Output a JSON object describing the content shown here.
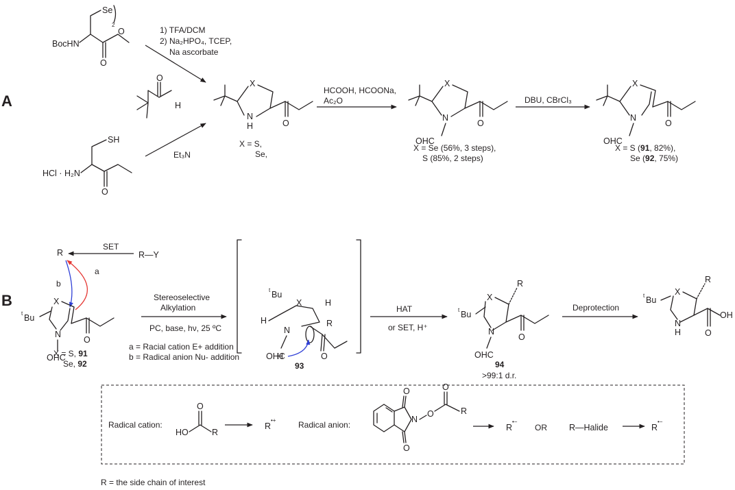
{
  "colors": {
    "ink": "#231f20",
    "blue_arrow": "#2f3fd6",
    "red_arrow": "#e53935"
  },
  "panels": {
    "a": "A",
    "b": "B"
  },
  "sectionA": {
    "se_start_label": "Se",
    "se_start_subscript": "2",
    "boc_label": "BocHN",
    "cond1_line1": "1) TFA/DCM",
    "cond1_line2": "2) Na₂HPO₄, TCEP,",
    "cond1_line3": "Na ascorbate",
    "aldehyde_o": "O",
    "aldehyde_h": "H",
    "cys_sh": "SH",
    "cys_hcl": "HCl · H₂N",
    "cond2": "Et₃N",
    "ring_x": "X",
    "ring_nh": "N",
    "ring_h": "H",
    "x_values_line1": "X =  S,",
    "x_values_line2": "Se,",
    "cond3_line1": "HCOOH, HCOONa,",
    "cond3_line2": "Ac₂O",
    "ohc": "OHC",
    "n": "N",
    "yield1_line1": "X = Se (56%, 3 steps),",
    "yield1_line2": "S (85%, 2 steps)",
    "cond4": "DBU, CBrCl₃",
    "yield2_line1_pre": "X = S   (",
    "yield2_line1_bold": "91",
    "yield2_line1_post": ", 82%),",
    "yield2_line2_pre": "Se (",
    "yield2_line2_bold": "92",
    "yield2_line2_post": ", 75%)"
  },
  "sectionB": {
    "set_label": "SET",
    "r_radical": "R",
    "ry": "R—Y",
    "arrow_b": "b",
    "arrow_a": "a",
    "tbu": "Bu",
    "tbu_sup": "t",
    "x": "X",
    "n": "N",
    "ohc": "OHC",
    "x_values_line1_pre": "X = S,  ",
    "x_values_line1_bold": "91",
    "x_values_line2_pre": "Se, ",
    "x_values_line2_bold": "92",
    "cond_line1": "Stereoselective",
    "cond_line2": "Alkylation",
    "cond_line3": "PC, base, hν, 25 ºC",
    "legend_a": "a = Racial cation E+ addition",
    "legend_b": "b = Radical anion Nu- addition",
    "int_h": "H",
    "int_r": "R",
    "int_hminus": "H",
    "compound93": "93",
    "hat_line1": "HAT",
    "hat_line2": "or SET, H⁺",
    "compound94": "94",
    "dr": ">99:1 d.r.",
    "deprotection": "Deprotection",
    "nh": "N",
    "h": "H",
    "oh": "OH",
    "o": "O"
  },
  "legendBox": {
    "radical_cation": "Radical cation:",
    "ho": "HO",
    "r": "R",
    "o": "O",
    "r_dot_plus": "R",
    "radical_anion": "Radical anion:",
    "or": "OR",
    "r_halide": "R—Halide",
    "r_dot_minus": "R"
  },
  "footnote": "R = the side chain of interest"
}
